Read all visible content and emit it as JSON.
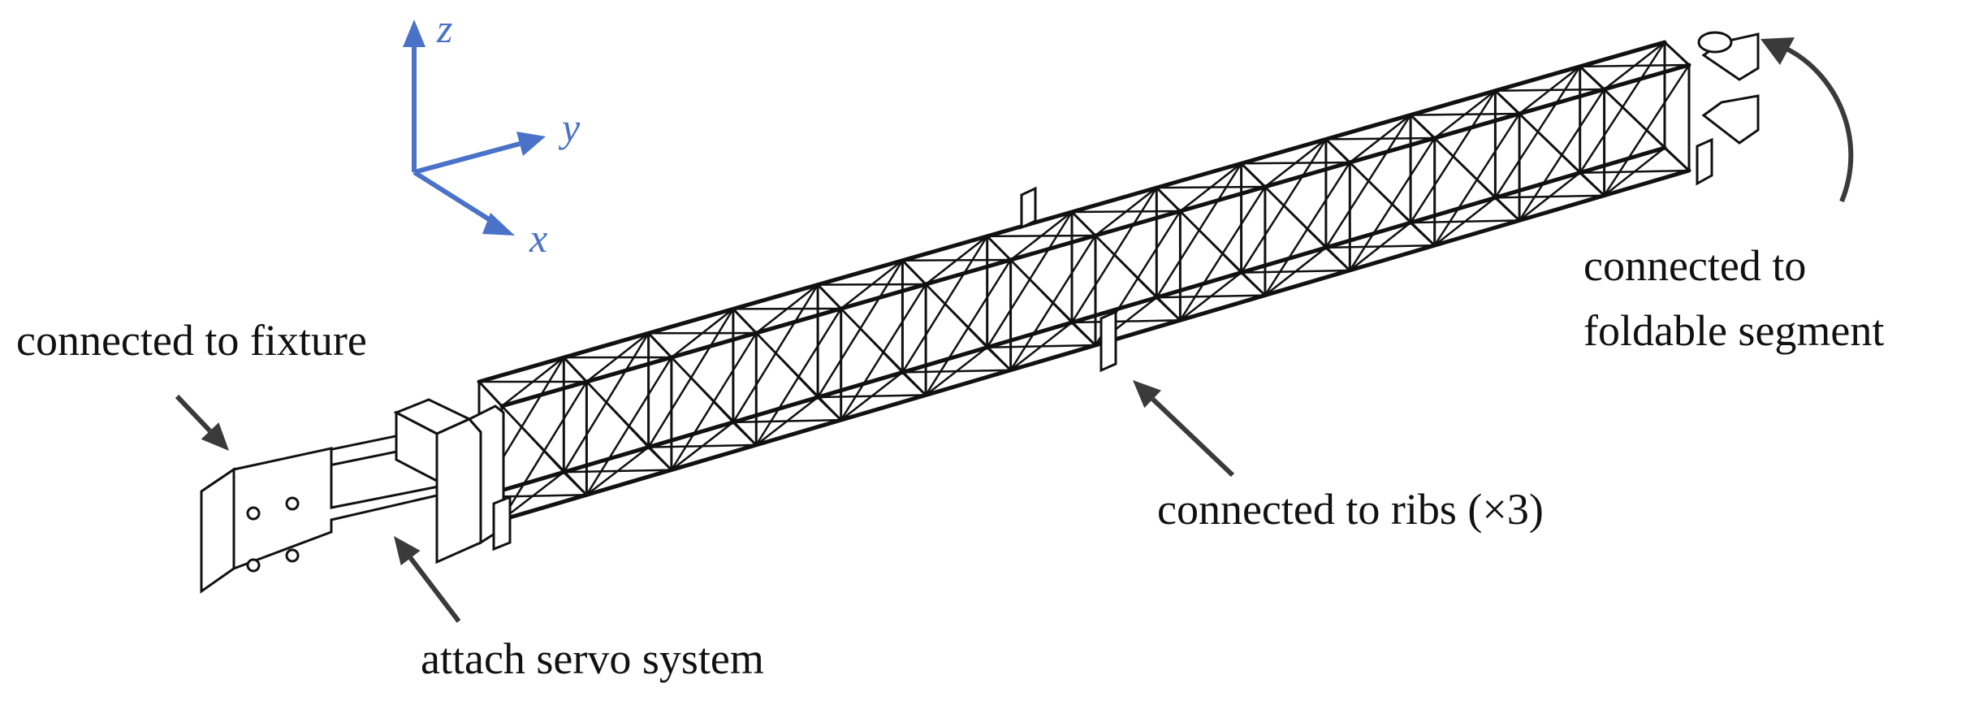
{
  "colors": {
    "axis": "#4a72c8",
    "arrow": "#3a3a3a",
    "line": "#111111",
    "background": "#ffffff"
  },
  "axes": {
    "z_label": "z",
    "y_label": "y",
    "x_label": "x"
  },
  "labels": {
    "fixture": "connected to fixture",
    "servo": "attach servo system",
    "ribs": "connected to ribs (×3)",
    "foldable_line1": "connected to",
    "foldable_line2": "foldable segment"
  },
  "truss": {
    "bays": 14
  }
}
